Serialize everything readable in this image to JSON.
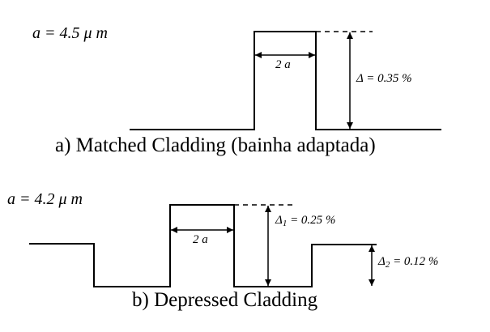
{
  "colors": {
    "line": "#000000",
    "text": "#000000",
    "background": "#ffffff"
  },
  "diagram_a": {
    "param_label": "a = 4.5 μ m",
    "width_label": "2 a",
    "delta_symbol": "Δ",
    "delta_value": " = 0.35 %",
    "caption": "a) Matched Cladding (bainha adaptada)",
    "profile": {
      "type": "step-index",
      "core_half_width_um": 4.5,
      "delta_percent": 0.35
    }
  },
  "diagram_b": {
    "param_label": "a = 4.2 μ m",
    "width_label": "2 a",
    "delta1_symbol": "Δ",
    "delta1_subscript": "1",
    "delta1_value": " = 0.25 %",
    "delta2_symbol": "Δ",
    "delta2_subscript": "2",
    "delta2_value": " = 0.12 %",
    "caption": "b) Depressed Cladding",
    "profile": {
      "type": "depressed-cladding",
      "core_half_width_um": 4.2,
      "delta1_percent": 0.25,
      "delta2_percent": 0.12
    }
  }
}
